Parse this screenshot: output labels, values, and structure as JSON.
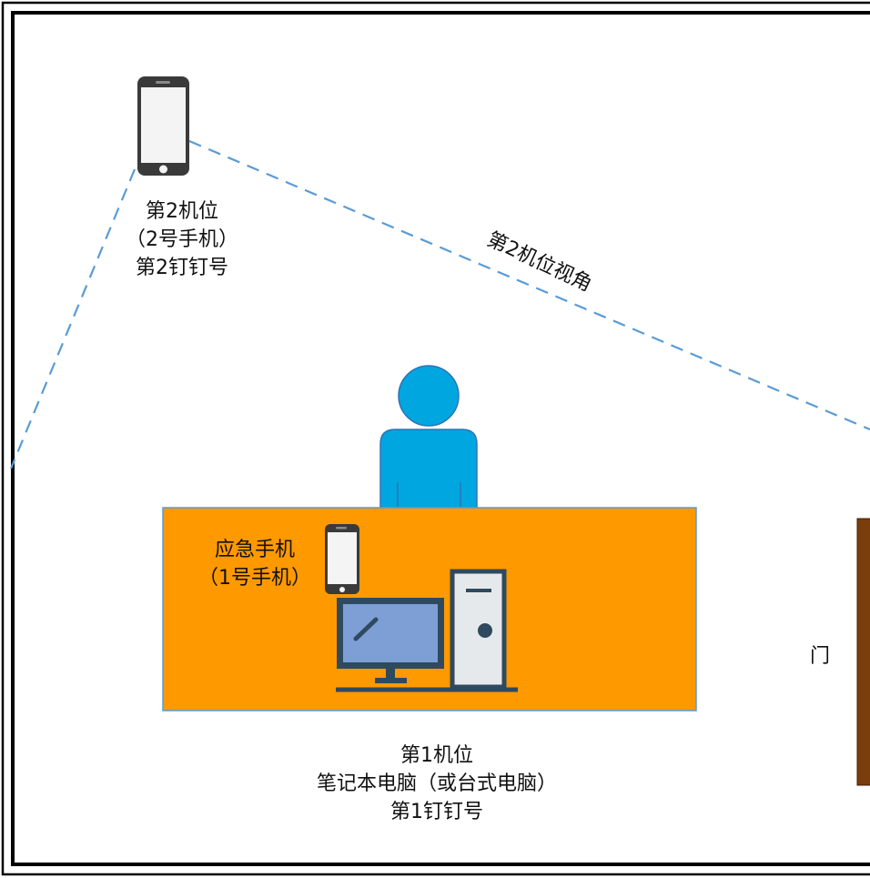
{
  "colors": {
    "border": "#000000",
    "dashed_line": "#5b9bd5",
    "person": "#00a6e0",
    "person_outline": "#2e75b6",
    "desk": "#ff9900",
    "desk_outline": "#5b9bd5",
    "phone_body": "#3a3a3a",
    "phone_screen": "#f4f4f4",
    "monitor_screen": "#7d9fd6",
    "monitor_frame": "#2f4a5e",
    "pc_tower": "#e6e9ec",
    "door": "#7a3e0c"
  },
  "icons": [
    "phone-icon",
    "person-icon",
    "monitor-icon",
    "pc-tower-icon",
    "door-icon"
  ],
  "labels": {
    "camera2": [
      "第2机位",
      "（2号手机）",
      "第2钉钉号"
    ],
    "camera2_view": "第2机位视角",
    "emergency_phone": [
      "应急手机",
      "（1号手机）"
    ],
    "door": "门",
    "camera1": [
      "第1机位",
      "笔记本电脑（或台式电脑）",
      "第1钉钉号"
    ]
  }
}
